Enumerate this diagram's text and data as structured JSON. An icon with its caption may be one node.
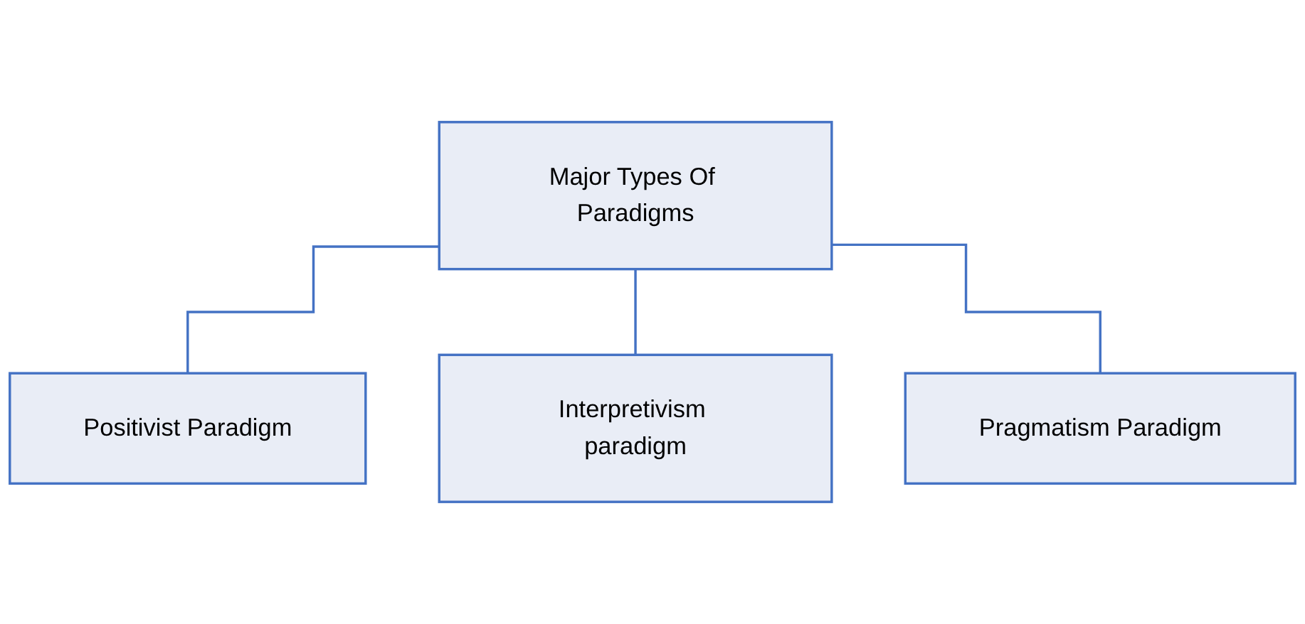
{
  "diagram": {
    "nodes": [
      {
        "text": [
          "Major Types Of Paradigms"
        ]
      },
      {
        "text": [
          "Positivist Paradigm"
        ]
      },
      {
        "text": [
          "Interpretivism paradigm"
        ]
      },
      {
        "text": [
          "Pragmatism Paradigm"
        ]
      }
    ],
    "edges": [
      {
        "from": 0,
        "to": 1,
        "arrow": "none"
      },
      {
        "from": 0,
        "to": 2,
        "arrow": "none"
      },
      {
        "from": 0,
        "to": 3,
        "arrow": "none"
      }
    ]
  }
}
